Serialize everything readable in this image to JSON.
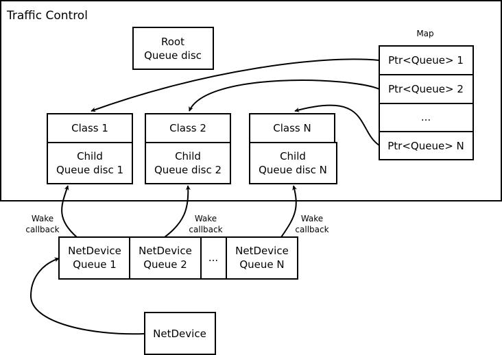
{
  "title": "Traffic Control",
  "root": {
    "line1": "Root",
    "line2": "Queue disc"
  },
  "map": {
    "label": "Map",
    "rows": [
      "Ptr<Queue> 1",
      "Ptr<Queue> 2",
      "...",
      "Ptr<Queue> N"
    ]
  },
  "classes": [
    {
      "class_label": "Class 1",
      "child_line1": "Child",
      "child_line2": "Queue disc 1"
    },
    {
      "class_label": "Class 2",
      "child_line1": "Child",
      "child_line2": "Queue disc 2"
    },
    {
      "class_label": "Class N",
      "child_line1": "Child",
      "child_line2": "Queue disc N"
    }
  ],
  "wake": [
    {
      "line1": "Wake",
      "line2": "callback"
    },
    {
      "line1": "Wake",
      "line2": "callback"
    },
    {
      "line1": "Wake",
      "line2": "callback"
    }
  ],
  "netdevice_queues": [
    {
      "line1": "NetDevice",
      "line2": "Queue 1"
    },
    {
      "line1": "NetDevice",
      "line2": "Queue 2"
    },
    {
      "line1": "...",
      "line2": ""
    },
    {
      "line1": "NetDevice",
      "line2": "Queue N"
    }
  ],
  "netdevice": "NetDevice"
}
